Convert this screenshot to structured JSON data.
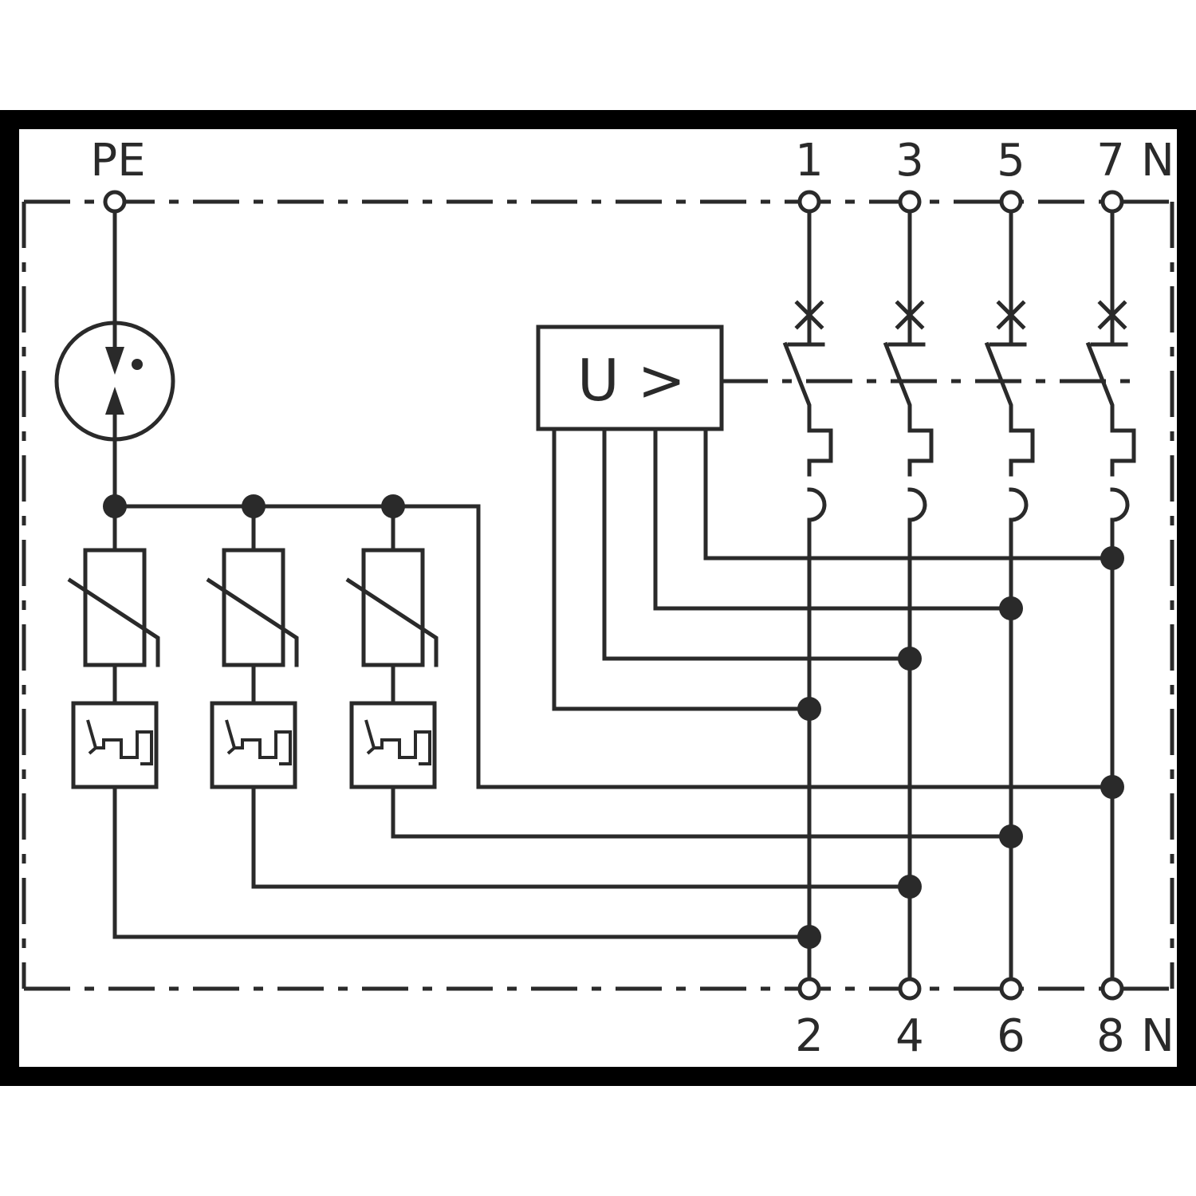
{
  "labels": {
    "pe": "PE",
    "top": [
      "1",
      "3",
      "5",
      "7",
      "N"
    ],
    "bottom": [
      "2",
      "4",
      "6",
      "8",
      "N"
    ],
    "relay": "U >"
  },
  "colors": {
    "line": "#2a2a2a",
    "background": "#ffffff",
    "frame": "#000000"
  }
}
